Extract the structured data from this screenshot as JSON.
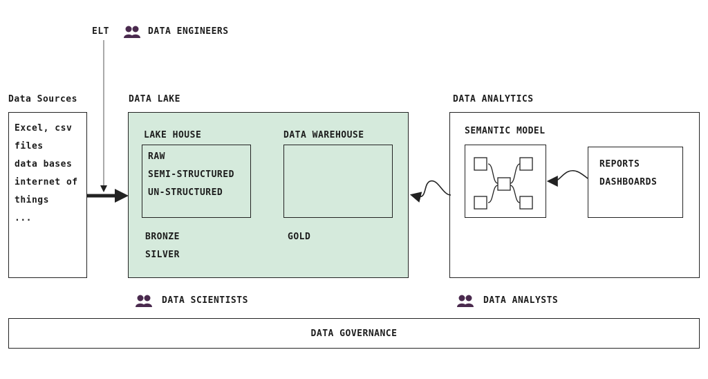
{
  "top": {
    "elt": "ELT",
    "engineers": "DATA ENGINEERS"
  },
  "sources": {
    "title": "Data Sources",
    "items": [
      "Excel, csv",
      "files",
      "data bases",
      "internet of",
      "things",
      "..."
    ]
  },
  "lake": {
    "title": "DATA LAKE",
    "lakehouse": {
      "title": "LAKE HOUSE",
      "items": [
        "RAW",
        "SEMI-STRUCTURED",
        "UN-STRUCTURED"
      ]
    },
    "warehouse": {
      "title": "DATA WAREHOUSE"
    },
    "tiers_left": [
      "BRONZE",
      "SILVER"
    ],
    "tier_right": "GOLD"
  },
  "analytics": {
    "title": "DATA ANALYTICS",
    "semantic": "SEMANTIC MODEL",
    "reports": [
      "REPORTS",
      "DASHBOARDS"
    ]
  },
  "roles": {
    "scientists": "DATA SCIENTISTS",
    "analysts": "DATA ANALYSTS"
  },
  "governance": "DATA GOVERNANCE",
  "colors": {
    "lake_fill": "#d5eadc",
    "people_icon": "#4a2a4e",
    "stroke": "#222222"
  },
  "icons": [
    "people-icon",
    "star-schema-icon",
    "arrow-icon",
    "wavy-arrow-icon"
  ]
}
